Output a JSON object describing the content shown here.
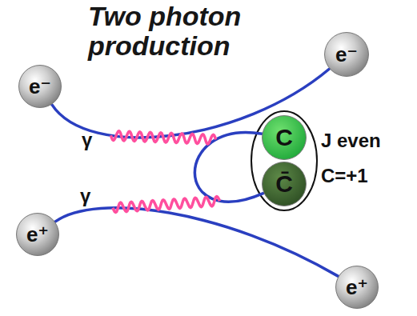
{
  "diagram": {
    "title": "Two photon production",
    "nodes": [
      {
        "text": [
          "e⁻"
        ]
      },
      {
        "text": [
          "e⁻"
        ]
      },
      {
        "text": [
          "C"
        ]
      },
      {
        "text": [
          "C̄"
        ]
      },
      {
        "text": [
          "e⁺"
        ]
      },
      {
        "text": [
          "e⁺"
        ]
      }
    ],
    "edges": [
      {
        "from": 0,
        "to": 1,
        "arrow": "none"
      },
      {
        "from": 2,
        "to": 3,
        "arrow": "none"
      },
      {
        "from": 4,
        "to": 5,
        "arrow": "none"
      }
    ],
    "labels": [
      "γ",
      "J even",
      "C=+1",
      "γ"
    ]
  }
}
